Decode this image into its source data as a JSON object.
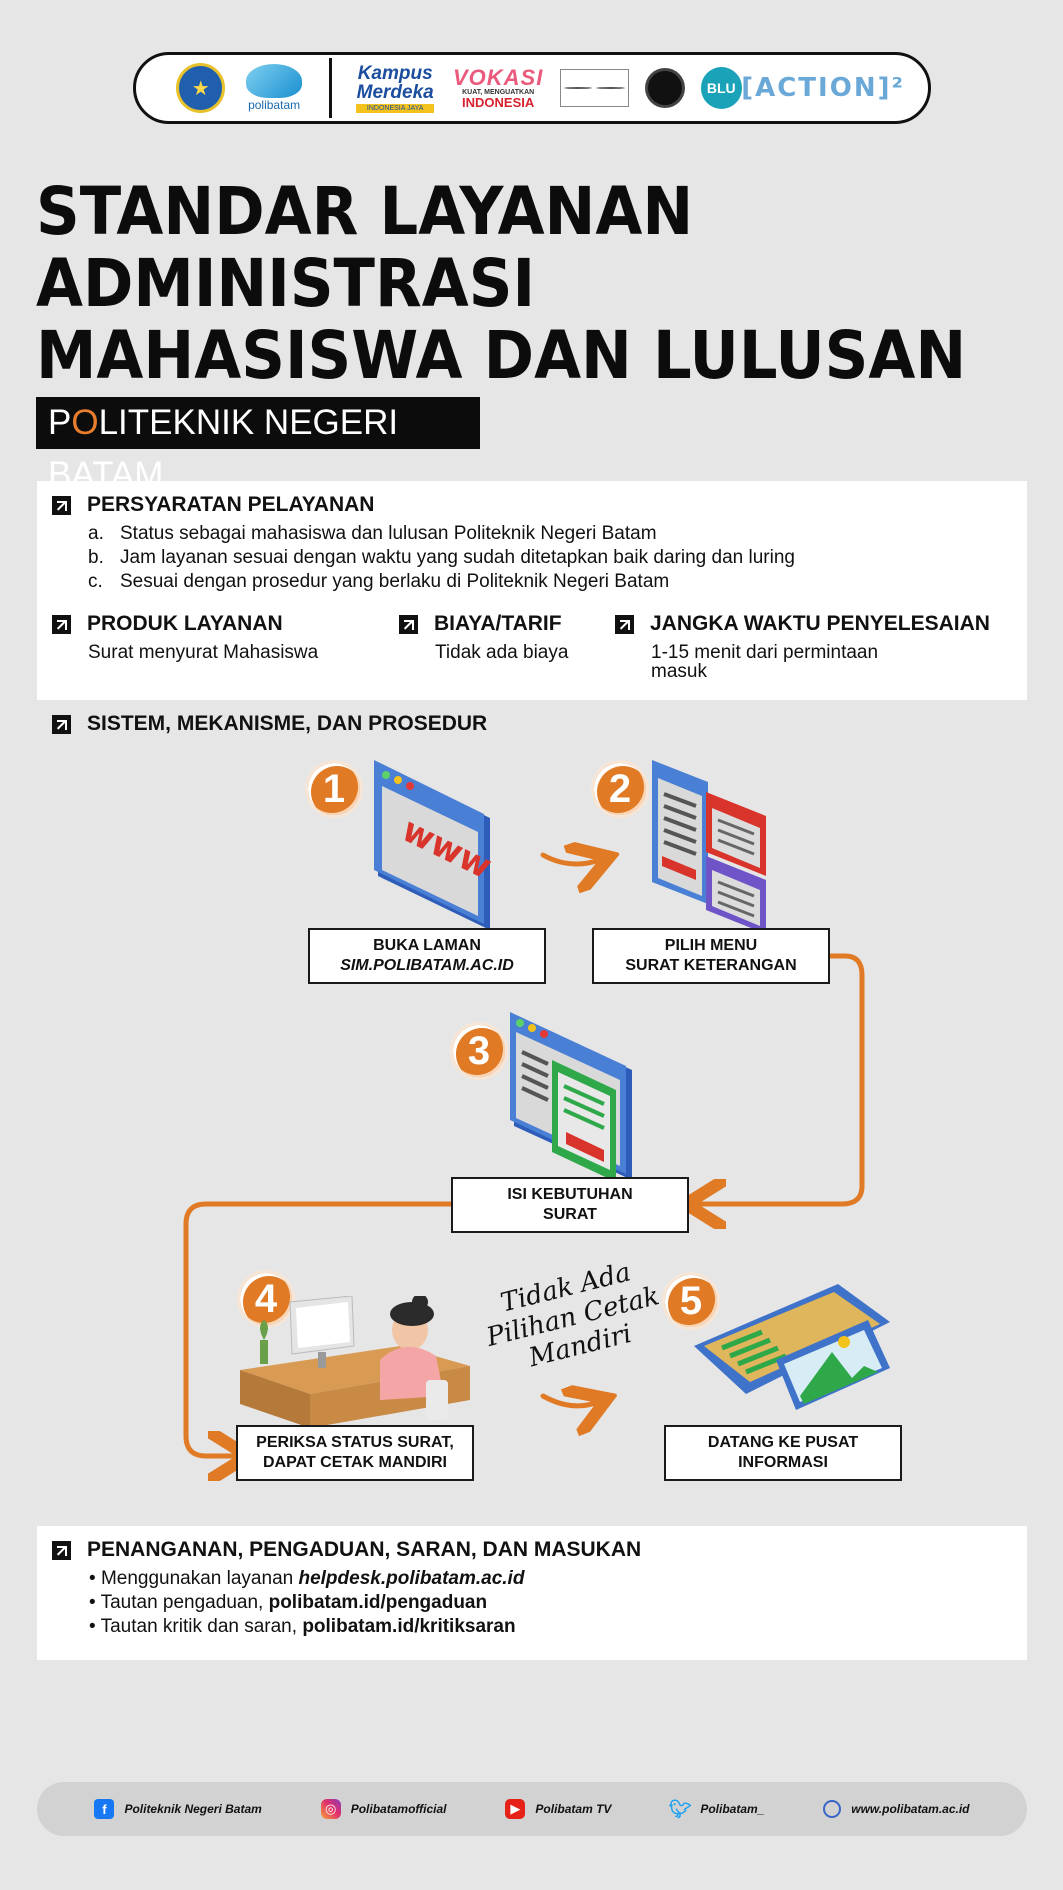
{
  "logos": {
    "polibatam": "polibatam",
    "kampus_line1": "Kampus",
    "kampus_line2": "Merdeka",
    "kampus_line3": "INDONESIA JAYA",
    "vokasi_line1": "VOKASI",
    "vokasi_line2": "KUAT, MENGUATKAN",
    "vokasi_line3": "INDONESIA",
    "blu": "BLU",
    "action": "[ACTION]²"
  },
  "title": {
    "line1": "STANDAR LAYANAN",
    "line2": "ADMINISTRASI",
    "line3": "MAHASISWA DAN LULUSAN",
    "subtitle_first": "P",
    "subtitle_accent": "O",
    "subtitle_rest": "LITEKNIK NEGERI BATAM"
  },
  "persyaratan": {
    "heading": "PERSYARATAN PELAYANAN",
    "items": [
      {
        "marker": "a.",
        "text": "Status sebagai mahasiswa dan lulusan Politeknik Negeri Batam"
      },
      {
        "marker": "b.",
        "text": "Jam layanan sesuai dengan waktu yang sudah ditetapkan baik daring dan luring"
      },
      {
        "marker": "c.",
        "text": "Sesuai dengan prosedur yang berlaku di Politeknik Negeri Batam"
      }
    ]
  },
  "produk": {
    "heading": "PRODUK LAYANAN",
    "text": "Surat menyurat Mahasiswa"
  },
  "biaya": {
    "heading": "BIAYA/TARIF",
    "text": "Tidak ada biaya"
  },
  "jangka": {
    "heading": "JANGKA WAKTU PENYELESAIAN",
    "text_line1": "1-15 menit dari permintaan",
    "text_line2": "masuk"
  },
  "sistem": {
    "heading": "SISTEM, MEKANISME, DAN PROSEDUR"
  },
  "steps": [
    {
      "number": "1",
      "line1": "BUKA LAMAN",
      "line2": "SIM.POLIBATAM.AC.ID"
    },
    {
      "number": "2",
      "line1": "PILIH MENU",
      "line2": "SURAT KETERANGAN"
    },
    {
      "number": "3",
      "line1": "ISI KEBUTUHAN",
      "line2": "SURAT"
    },
    {
      "number": "4",
      "line1": "PERIKSA STATUS SURAT,",
      "line2": "DAPAT CETAK MANDIRI"
    },
    {
      "number": "5",
      "line1": "DATANG KE PUSAT",
      "line2": "INFORMASI"
    }
  ],
  "www_label": "www",
  "handwritten": {
    "line1": "Tidak Ada",
    "line2": "Pilihan Cetak",
    "line3": "Mandiri"
  },
  "penanganan": {
    "heading": "PENANGANAN, PENGADUAN, SARAN, DAN MASUKAN",
    "items": [
      {
        "bullet": "•",
        "prefix": "Menggunakan layanan ",
        "link": "helpdesk.polibatam.ac.id"
      },
      {
        "bullet": "•",
        "prefix": "Tautan pengaduan, ",
        "link": "polibatam.id/pengaduan"
      },
      {
        "bullet": "•",
        "prefix": "Tautan kritik dan saran, ",
        "link": "polibatam.id/kritiksaran"
      }
    ]
  },
  "footer": {
    "facebook": "Politeknik Negeri Batam",
    "instagram": "Polibatamofficial",
    "youtube": "Polibatam TV",
    "twitter": "Polibatam_",
    "website": "www.polibatam.ac.id"
  },
  "colors": {
    "accent": "#e07a25",
    "dark": "#0c0c0c",
    "background": "#e6e6e6",
    "panel": "#ffffff",
    "window_blue": "#3f72c9"
  },
  "icons": [
    "facebook-icon",
    "instagram-icon",
    "youtube-icon",
    "twitter-icon",
    "globe-icon",
    "arrow-up-right-icon"
  ]
}
